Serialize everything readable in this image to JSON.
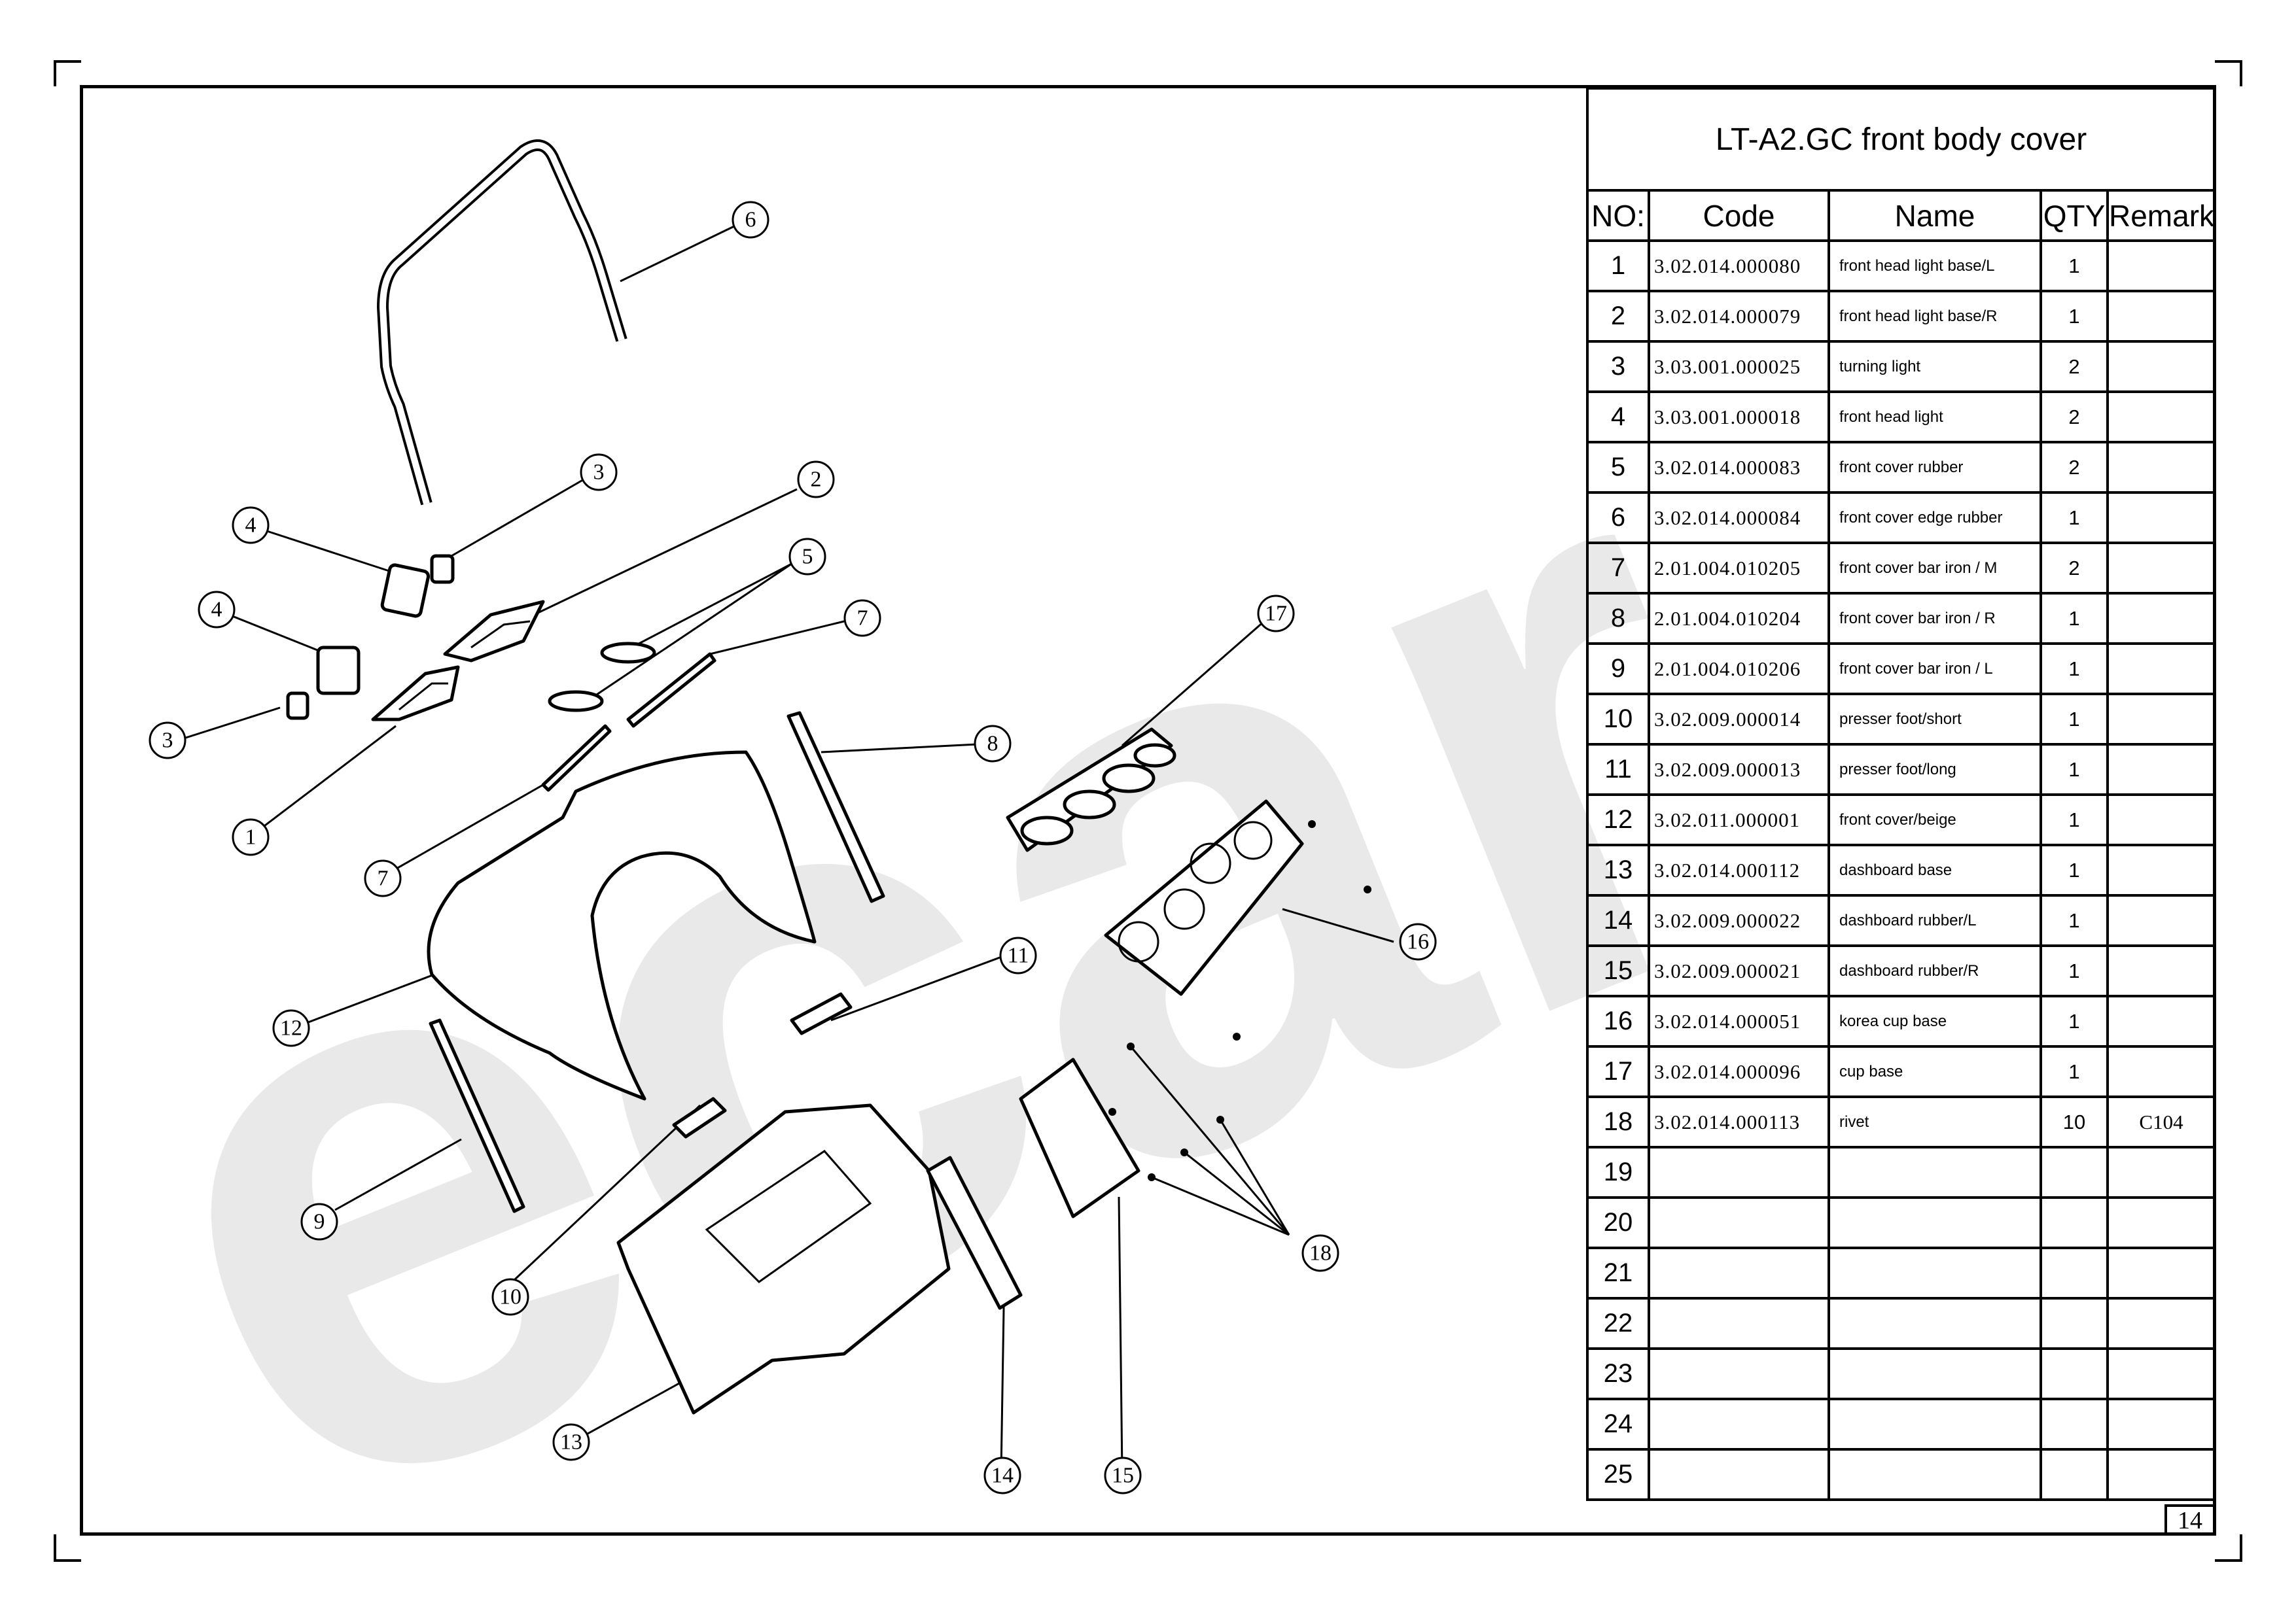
{
  "watermark": "ecar",
  "title": "LT-A2.GC front body cover",
  "headers": {
    "no": "NO:",
    "code": "Code",
    "name": "Name",
    "qty": "QTY",
    "remark": "Remark"
  },
  "rows": [
    {
      "no": "1",
      "code": "3.02.014.000080",
      "name": "front head light base/L",
      "qty": "1",
      "remark": ""
    },
    {
      "no": "2",
      "code": "3.02.014.000079",
      "name": "front head light base/R",
      "qty": "1",
      "remark": ""
    },
    {
      "no": "3",
      "code": "3.03.001.000025",
      "name": "turning light",
      "qty": "2",
      "remark": ""
    },
    {
      "no": "4",
      "code": "3.03.001.000018",
      "name": "front head light",
      "qty": "2",
      "remark": ""
    },
    {
      "no": "5",
      "code": "3.02.014.000083",
      "name": "front cover rubber",
      "qty": "2",
      "remark": ""
    },
    {
      "no": "6",
      "code": "3.02.014.000084",
      "name": "front cover edge rubber",
      "qty": "1",
      "remark": ""
    },
    {
      "no": "7",
      "code": "2.01.004.010205",
      "name": "front cover bar iron / M",
      "qty": "2",
      "remark": ""
    },
    {
      "no": "8",
      "code": "2.01.004.010204",
      "name": "front cover bar iron / R",
      "qty": "1",
      "remark": ""
    },
    {
      "no": "9",
      "code": "2.01.004.010206",
      "name": "front cover bar iron / L",
      "qty": "1",
      "remark": ""
    },
    {
      "no": "10",
      "code": "3.02.009.000014",
      "name": "presser foot/short",
      "qty": "1",
      "remark": ""
    },
    {
      "no": "11",
      "code": "3.02.009.000013",
      "name": "presser foot/long",
      "qty": "1",
      "remark": ""
    },
    {
      "no": "12",
      "code": "3.02.011.000001",
      "name": "front cover/beige",
      "qty": "1",
      "remark": ""
    },
    {
      "no": "13",
      "code": "3.02.014.000112",
      "name": "dashboard base",
      "qty": "1",
      "remark": ""
    },
    {
      "no": "14",
      "code": "3.02.009.000022",
      "name": "dashboard rubber/L",
      "qty": "1",
      "remark": ""
    },
    {
      "no": "15",
      "code": "3.02.009.000021",
      "name": "dashboard rubber/R",
      "qty": "1",
      "remark": ""
    },
    {
      "no": "16",
      "code": "3.02.014.000051",
      "name": "korea cup base",
      "qty": "1",
      "remark": ""
    },
    {
      "no": "17",
      "code": "3.02.014.000096",
      "name": "cup base",
      "qty": "1",
      "remark": ""
    },
    {
      "no": "18",
      "code": "3.02.014.000113",
      "name": "rivet",
      "qty": "10",
      "remark": "C104"
    },
    {
      "no": "19",
      "code": "",
      "name": "",
      "qty": "",
      "remark": ""
    },
    {
      "no": "20",
      "code": "",
      "name": "",
      "qty": "",
      "remark": ""
    },
    {
      "no": "21",
      "code": "",
      "name": "",
      "qty": "",
      "remark": ""
    },
    {
      "no": "22",
      "code": "",
      "name": "",
      "qty": "",
      "remark": ""
    },
    {
      "no": "23",
      "code": "",
      "name": "",
      "qty": "",
      "remark": ""
    },
    {
      "no": "24",
      "code": "",
      "name": "",
      "qty": "",
      "remark": ""
    },
    {
      "no": "25",
      "code": "",
      "name": "",
      "qty": "",
      "remark": ""
    }
  ],
  "callouts": [
    "6",
    "3",
    "2",
    "4",
    "5",
    "4",
    "7",
    "3",
    "17",
    "1",
    "8",
    "7",
    "16",
    "11",
    "12",
    "9",
    "18",
    "10",
    "13",
    "14",
    "15"
  ],
  "page_number": "14"
}
